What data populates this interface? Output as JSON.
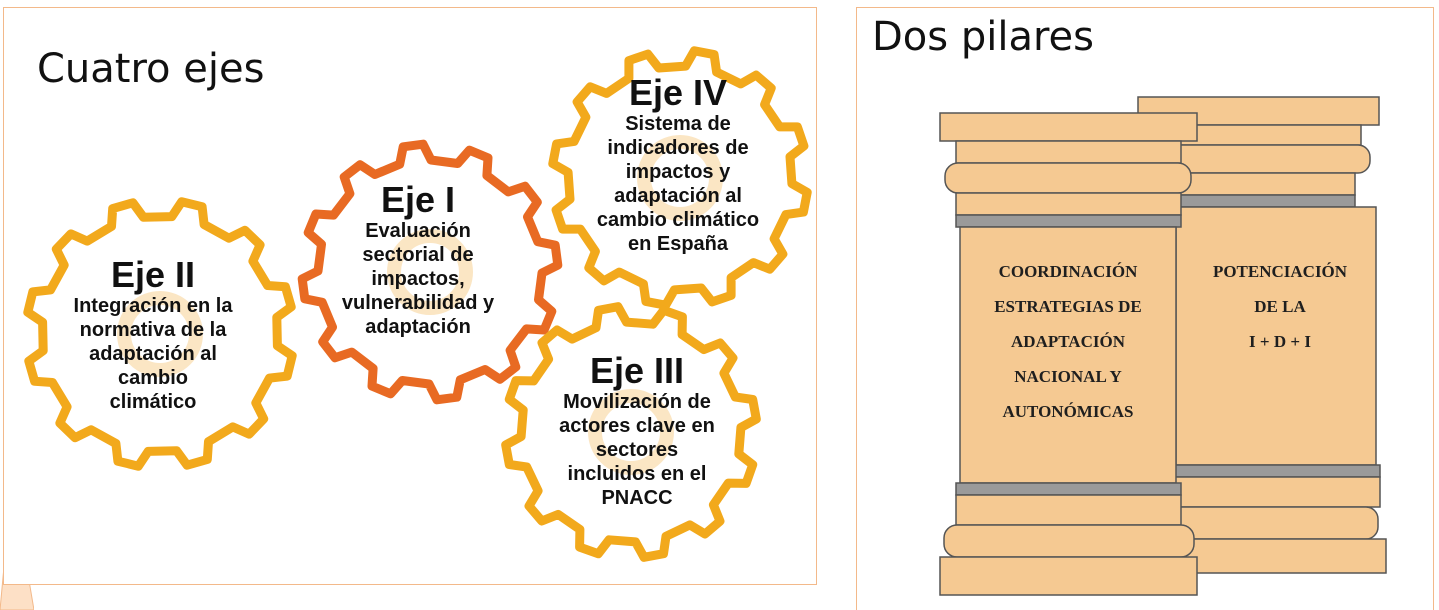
{
  "left_panel": {
    "title": "Cuatro ejes",
    "gears": [
      {
        "head": "Eje II",
        "lines": [
          "Integración en la",
          "normativa de la",
          "adaptación al",
          "cambio",
          "climático"
        ],
        "color": "#f2a91c"
      },
      {
        "head": "Eje I",
        "lines": [
          "Evaluación",
          "sectorial de",
          "impactos,",
          "vulnerabilidad y",
          "adaptación"
        ],
        "color": "#e86a23"
      },
      {
        "head": "Eje IV",
        "lines": [
          "Sistema de",
          "indicadores de",
          "impactos y",
          "adaptación al",
          "cambio climático",
          "en España"
        ],
        "color": "#f2a91c"
      },
      {
        "head": "Eje III",
        "lines": [
          "Movilización de",
          "actores clave en",
          "sectores",
          "incluidos en el",
          "PNACC"
        ],
        "color": "#f2a91c"
      }
    ]
  },
  "right_panel": {
    "title": "Dos pilares",
    "pillars": [
      {
        "lines": [
          "COORDINACIÓN",
          "ESTRATEGIAS DE",
          "ADAPTACIÓN",
          "NACIONAL Y",
          "AUTONÓMICAS"
        ]
      },
      {
        "lines": [
          "POTENCIACIÓN",
          "DE LA",
          "I + D + I"
        ]
      }
    ],
    "pillar_color": "#f5c992",
    "ring_color": "#9a9a9a"
  },
  "colors": {
    "panel_border": "#f3b98a",
    "gear_yellow": "#f2a91c",
    "gear_orange": "#e86a23",
    "accent": "#fde0c6"
  }
}
